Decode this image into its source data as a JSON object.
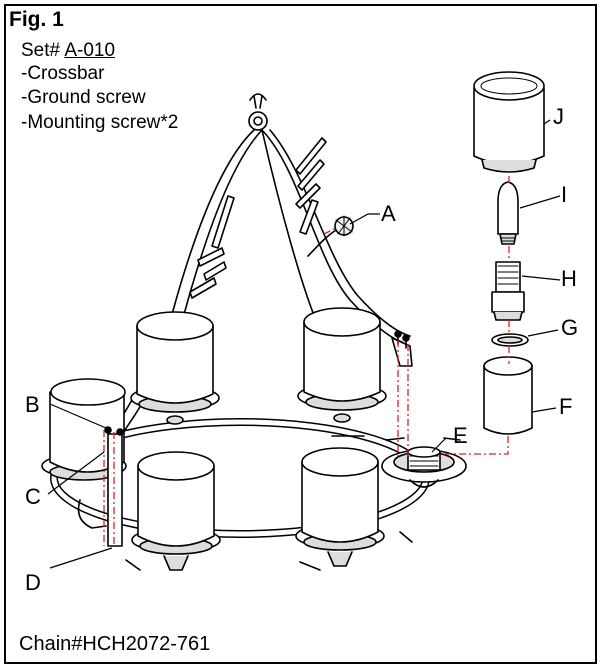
{
  "figure": {
    "title": "Fig. 1",
    "set_prefix": "Set# ",
    "set_code": "A-010",
    "parts": [
      "-Crossbar",
      "-Ground screw",
      "-Mounting screw*2"
    ],
    "chain": "Chain#HCH2072-761"
  },
  "callouts": {
    "A": "A",
    "B": "B",
    "C": "C",
    "D": "D",
    "E": "E",
    "F": "F",
    "G": "G",
    "H": "H",
    "I": "I",
    "J": "J"
  },
  "colors": {
    "line": "#000000",
    "guide": "#e02020",
    "fill": "#ffffff",
    "shade": "#d9d9d9"
  }
}
